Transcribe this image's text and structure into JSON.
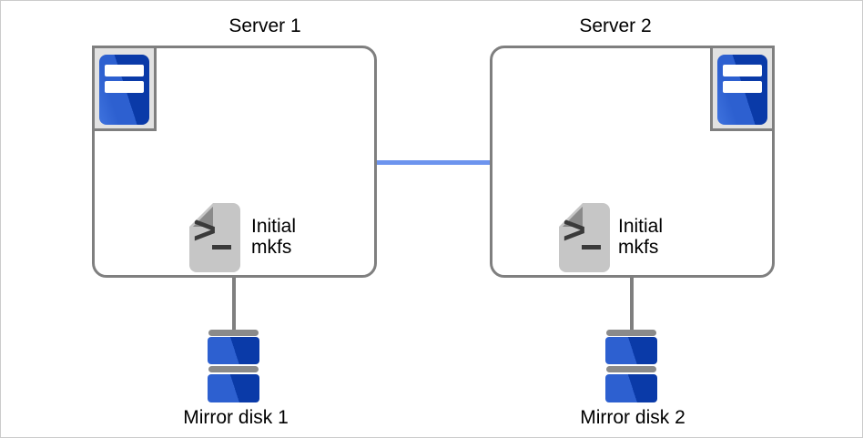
{
  "servers": [
    {
      "title": "Server 1",
      "script_label": "Initial\nmkfs",
      "disk_label": "Mirror disk 1"
    },
    {
      "title": "Server 2",
      "script_label": "Initial\nmkfs",
      "disk_label": "Mirror disk 2"
    }
  ],
  "icons": {
    "server": "server-tower-icon",
    "script": "script-file-icon",
    "script_glyph": ">",
    "disk": "mirror-disk-icon",
    "interconnect": "network-link-line"
  },
  "colors": {
    "canvas_border": "#cbcbcb",
    "box_border": "#7f7f7f",
    "icon_bg": "#e2e2e2",
    "blue_sheen": "#3f73de",
    "blue_light": "#2d60d0",
    "blue_dark": "#0a3aa8",
    "doc_body": "#c6c6c6",
    "doc_fold": "#8a8a8a",
    "doc_glyph": "#3a3a3a",
    "cap_gray": "#8a8a8a",
    "link_blue": "#6d94ee",
    "text": "#000000"
  }
}
